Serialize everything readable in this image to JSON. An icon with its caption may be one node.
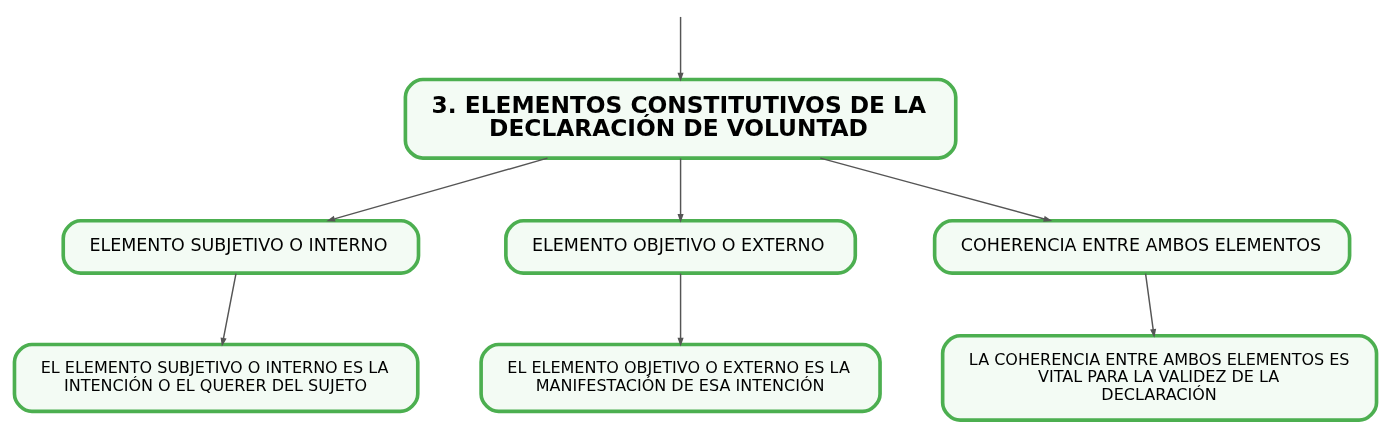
{
  "diagram": {
    "nodes": [
      {
        "text": [
          "3. ELEMENTOS CONSTITUTIVOS DE LA DECLARACIÓN DE VOLUNTAD"
        ]
      },
      {
        "text": [
          "ELEMENTO SUBJETIVO O INTERNO"
        ]
      },
      {
        "text": [
          "ELEMENTO OBJETIVO O EXTERNO"
        ]
      },
      {
        "text": [
          "COHERENCIA ENTRE AMBOS ELEMENTOS"
        ]
      },
      {
        "text": [
          "EL ELEMENTO SUBJETIVO O INTERNO ES LA INTENCIÓN O EL QUERER DEL SUJETO"
        ]
      },
      {
        "text": [
          "EL ELEMENTO OBJETIVO O EXTERNO ES LA MANIFESTACIÓN DE ESA INTENCIÓN"
        ]
      },
      {
        "text": [
          "LA COHERENCIA ENTRE AMBOS ELEMENTOS ES VITAL PARA LA VALIDEZ DE LA DECLARACIÓN"
        ]
      }
    ],
    "edges": [
      {
        "from": null,
        "to": 0,
        "arrow": "to"
      },
      {
        "from": 0,
        "to": 1,
        "arrow": "to"
      },
      {
        "from": 0,
        "to": 2,
        "arrow": "to"
      },
      {
        "from": 0,
        "to": 3,
        "arrow": "to"
      },
      {
        "from": 1,
        "to": 4,
        "arrow": "to"
      },
      {
        "from": 2,
        "to": 5,
        "arrow": "to"
      },
      {
        "from": 3,
        "to": 6,
        "arrow": "to"
      }
    ]
  }
}
